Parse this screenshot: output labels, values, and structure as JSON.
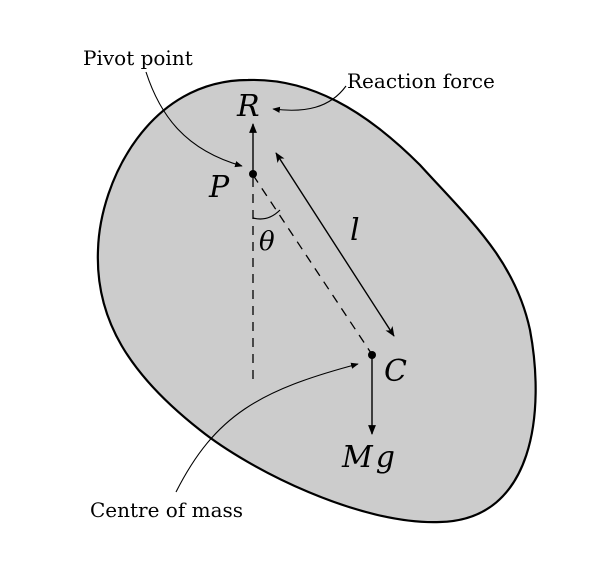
{
  "annotations": {
    "pivot": "Pivot point",
    "reaction": "Reaction force",
    "centre": "Centre of mass"
  },
  "symbols": {
    "R": "R",
    "P": "P",
    "theta": "θ",
    "l": "l",
    "C": "C",
    "Mg": "Mg"
  },
  "colors": {
    "body_fill": "#cccccc",
    "stroke": "#000000"
  }
}
